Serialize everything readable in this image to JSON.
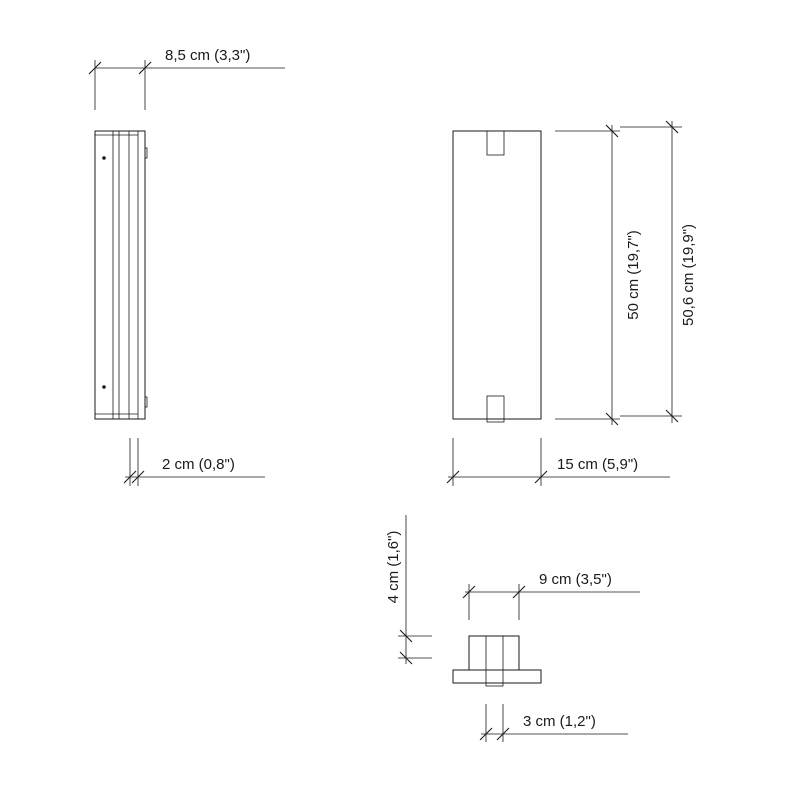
{
  "dimensions": {
    "side_depth": "8,5 cm (3,3\")",
    "side_thickness": "2 cm (0,8\")",
    "front_width": "15 cm (5,9\")",
    "front_height": "50 cm (19,7\")",
    "total_height": "50,6 cm (19,9\")",
    "bottom_height": "4 cm (1,6\")",
    "bottom_width": "9 cm (3,5\")",
    "bottom_bracket": "3 cm (1,2\")"
  }
}
